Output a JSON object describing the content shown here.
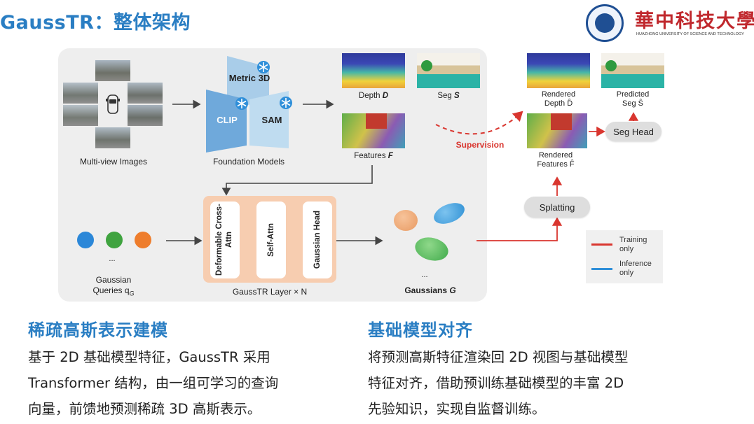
{
  "slide_title": "GaussTR：整体架构",
  "logo": {
    "name": "華中科技大學",
    "english": "HUAZHONG UNIVERSITY OF SCIENCE AND TECHNOLOGY"
  },
  "diagram": {
    "multiview_label": "Multi-view Images",
    "foundation_label": "Foundation Models",
    "models": {
      "metric3d": "Metric 3D",
      "clip": "CLIP",
      "sam": "SAM"
    },
    "depth_label": "Depth ",
    "depth_symbol": "D",
    "seg_label": "Seg ",
    "seg_symbol": "S",
    "features_label": "Features ",
    "features_symbol": "F",
    "supervision_label": "Supervision",
    "rendered_depth_line1": "Rendered",
    "rendered_depth_line2": "Depth D̂",
    "predicted_seg_line1": "Predicted",
    "predicted_seg_line2": "Seg Ŝ",
    "seg_head": "Seg Head",
    "rendered_features_line1": "Rendered",
    "rendered_features_line2": "Features F̂",
    "splatting": "Splatting",
    "layer_blocks": [
      "Deformable Cross-Attn",
      "Self-Attn",
      "Gaussian Head"
    ],
    "layer_label": "GaussTR Layer × N",
    "queries_line1": "Gaussian",
    "queries_line2": "Queries q",
    "queries_sub": "G",
    "gaussians_label": "Gaussians ",
    "gaussians_symbol": "G",
    "ellipsis": "...",
    "legend": [
      {
        "text_line1": "Training",
        "text_line2": "only",
        "color": "#d9362f"
      },
      {
        "text_line1": "Inference",
        "text_line2": "only",
        "color": "#2f8fd9"
      }
    ],
    "colors": {
      "query_blue": "#2b87d8",
      "query_green": "#3fa33f",
      "query_orange": "#ee7d2c",
      "panel": "#eeeeee",
      "layer_box": "#f7cdb0"
    }
  },
  "section_left": {
    "title": "稀疏高斯表示建模",
    "lines": [
      "基于 2D 基础模型特征，GaussTR 采用",
      "Transformer 结构，由一组可学习的查询",
      "向量，前馈地预测稀疏 3D 高斯表示。"
    ]
  },
  "section_right": {
    "title": "基础模型对齐",
    "lines": [
      "将预测高斯特征渲染回 2D 视图与基础模型",
      "特征对齐，借助预训练基础模型的丰富 2D",
      "先验知识，实现自监督训练。"
    ]
  }
}
